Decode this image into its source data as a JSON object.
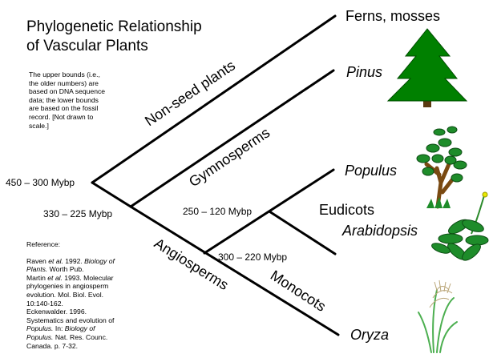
{
  "title_line1": "Phylogenetic Relationship",
  "title_line2": "of Vascular Plants",
  "note": "The upper bounds (i.e., the older numbers) are based on DNA sequence data; the lower bounds are based on the fossil record. [Not drawn to scale.]",
  "taxa": {
    "ferns": "Ferns, mosses",
    "pinus": "Pinus",
    "populus": "Populus",
    "arabidopsis": "Arabidopsis",
    "oryza": "Oryza"
  },
  "clades": {
    "nonseed": "Non-seed plants",
    "gymnosperms": "Gymnosperms",
    "angiosperms": "Angiosperms",
    "eudicots": "Eudicots",
    "monocots": "Monocots"
  },
  "dates": {
    "root": "450 – 300 Mybp",
    "seed": "330 – 225 Mybp",
    "eudicot": "250 – 120 Mybp",
    "angio": "300 – 220 Mybp"
  },
  "reference": {
    "heading": "Reference:",
    "raven": {
      "a": "Raven ",
      "b": "et al.",
      "c": " 1992. ",
      "d": "Biology of Plants.",
      "e": " Worth Pub."
    },
    "martin": {
      "a": "Martin ",
      "b": "et al.",
      "c": " 1993. Molecular phylogenies in angiosperm evolution. Mol. Biol. Evol. 10:140-162."
    },
    "eck": {
      "a": "Eckenwalder. 1996. Systematics and evolution of ",
      "b": "Populus.",
      "c": " In: ",
      "d": "Biology of Populus.",
      "e": " Nat. Res. Counc. Canada. p. 7-32."
    }
  },
  "colors": {
    "tree_green": "#008000",
    "leaf_green": "#1e8c2a",
    "trunk_brown": "#7a4a12",
    "flower_yellow": "#e8e800"
  }
}
